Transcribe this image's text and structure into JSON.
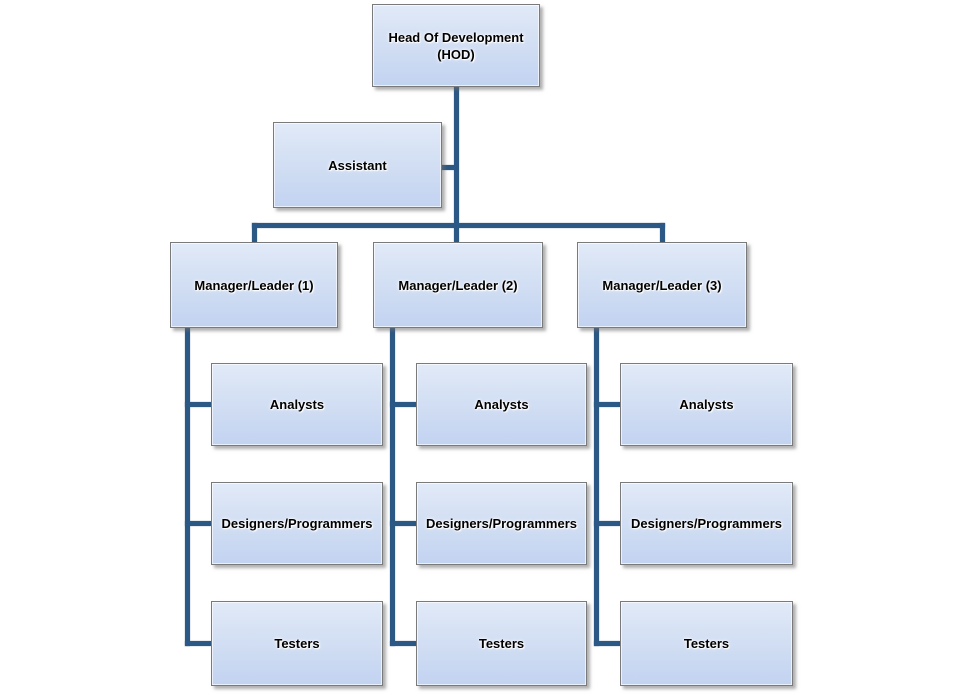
{
  "diagram": {
    "type": "org-chart",
    "root": {
      "label": "Head Of Development (HOD)"
    },
    "assistant": {
      "label": "Assistant"
    },
    "columns": [
      {
        "manager": "Manager/Leader (1)",
        "reports": [
          "Analysts",
          "Designers/Programmers",
          "Testers"
        ]
      },
      {
        "manager": "Manager/Leader (2)",
        "reports": [
          "Analysts",
          "Designers/Programmers",
          "Testers"
        ]
      },
      {
        "manager": "Manager/Leader (3)",
        "reports": [
          "Analysts",
          "Designers/Programmers",
          "Testers"
        ]
      }
    ],
    "colors": {
      "connector": "#2b5884",
      "box_border": "#7a7a7a",
      "box_fill_top": "#e1eaf8",
      "box_fill_bottom": "#c2d3f1",
      "text": "#000000",
      "background": "#ffffff"
    }
  }
}
